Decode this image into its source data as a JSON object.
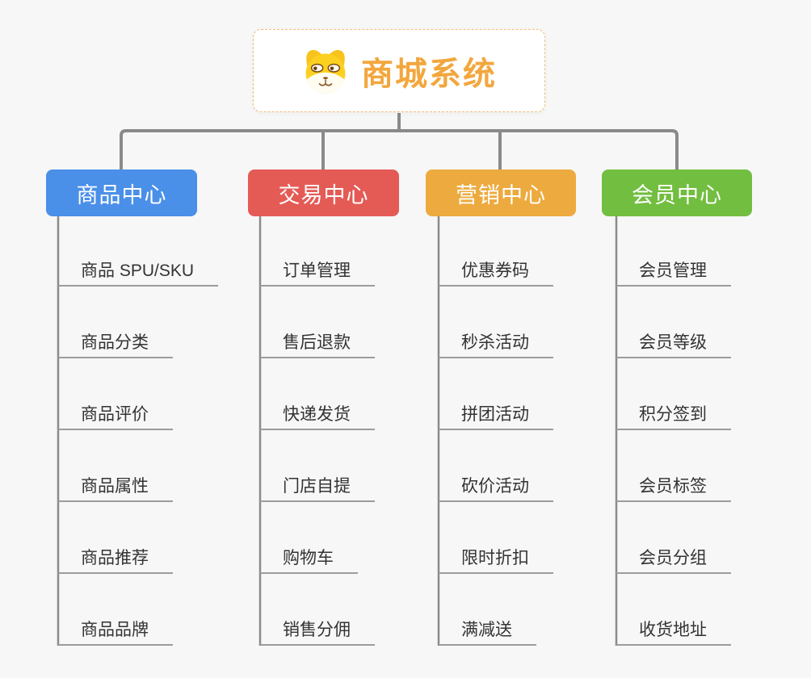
{
  "app": {
    "background_color": "#f7f7f7",
    "connector_color": "#8a8a8a",
    "underline_color": "#9c9c9c",
    "child_text_color": "#333333"
  },
  "root": {
    "label": "商城系统",
    "icon": "dog-face-icon",
    "text_color": "#f2a73d",
    "border_color": "#f1bc72"
  },
  "branches": [
    {
      "label": "商品中心",
      "color": "#4a8fe8",
      "children": [
        "商品 SPU/SKU",
        "商品分类",
        "商品评价",
        "商品属性",
        "商品推荐",
        "商品品牌"
      ]
    },
    {
      "label": "交易中心",
      "color": "#e45b56",
      "children": [
        "订单管理",
        "售后退款",
        "快递发货",
        "门店自提",
        "购物车",
        "销售分佣"
      ]
    },
    {
      "label": "营销中心",
      "color": "#edaa3e",
      "children": [
        "优惠券码",
        "秒杀活动",
        "拼团活动",
        "砍价活动",
        "限时折扣",
        "满减送"
      ]
    },
    {
      "label": "会员中心",
      "color": "#72be40",
      "children": [
        "会员管理",
        "会员等级",
        "积分签到",
        "会员标签",
        "会员分组",
        "收货地址"
      ]
    }
  ]
}
